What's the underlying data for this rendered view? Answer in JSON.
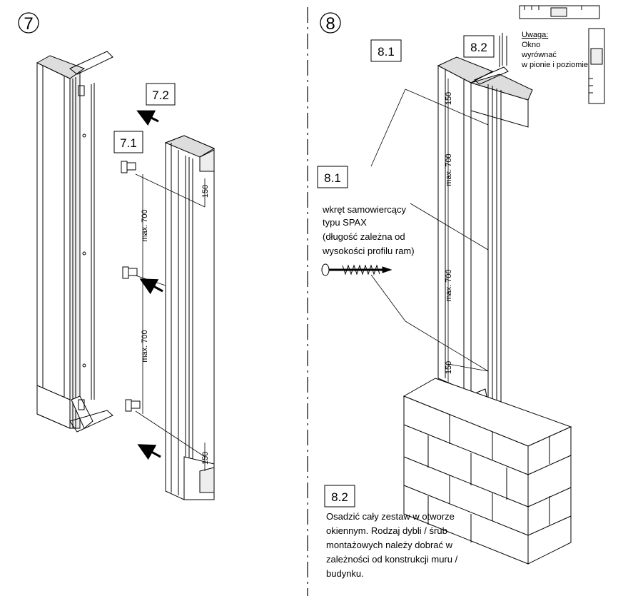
{
  "step7": {
    "number": "7",
    "label_7_1": "7.1",
    "label_7_2": "7.2",
    "dim_top": "150",
    "dim_mid": "max. 700",
    "dim_low": "max. 700",
    "dim_bottom": "150"
  },
  "step8": {
    "number": "8",
    "label_8_1_top": "8.1",
    "label_8_2_top": "8.2",
    "label_8_1_callout": "8.1",
    "dim_top": "150",
    "dim_mid": "max. 700",
    "dim_low": "max. 700",
    "dim_bottom": "150",
    "screw_text": [
      "wkręt samowiercący",
      "typu SPAX",
      "(długość zależna od",
      "wysokości profilu ram)"
    ],
    "note_title": "Uwaga:",
    "note_lines": [
      "Okno",
      "wyrównać",
      "w pionie i poziomie"
    ],
    "label_8_2_callout": "8.2",
    "instruction_lines": [
      "Osadzić cały zestaw w otworze",
      "okiennym. Rodzaj dybli / śrub",
      "montażowych należy dobrać w",
      "zależności od konstrukcji muru /",
      "budynku."
    ]
  }
}
